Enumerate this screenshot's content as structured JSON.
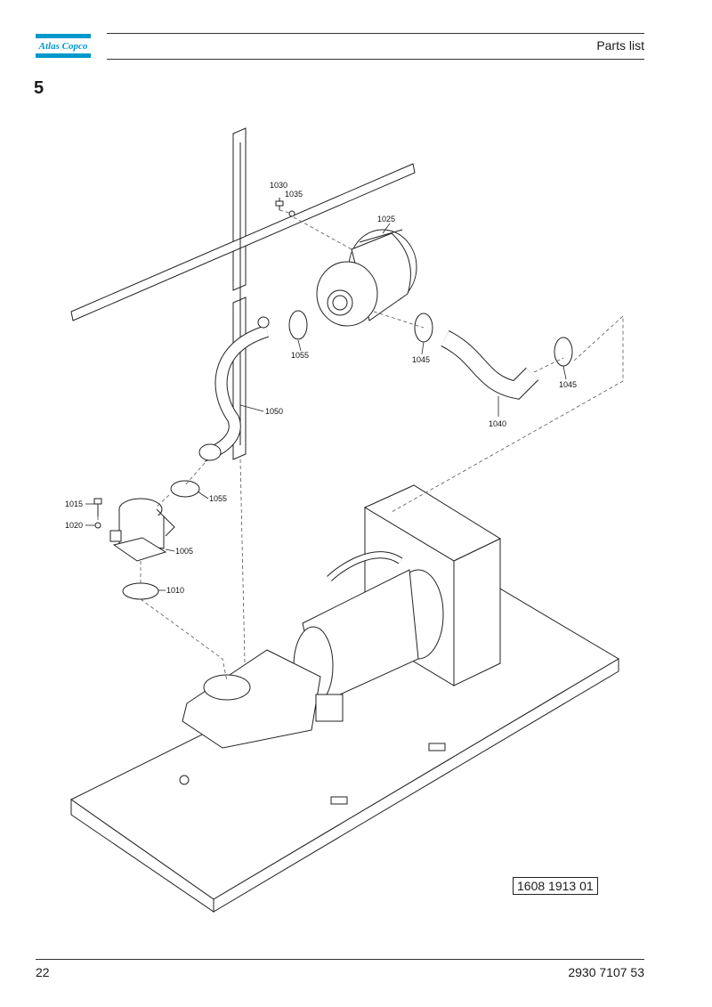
{
  "header": {
    "logo_text": "Atlas Copco",
    "title": "Parts list",
    "brand_color": "#0099cc"
  },
  "section": {
    "number": "5"
  },
  "labels": {
    "p1030": "1030",
    "p1035": "1035",
    "p1025": "1025",
    "p1055a": "1055",
    "p1045a": "1045",
    "p1045b": "1045",
    "p1050": "1050",
    "p1040": "1040",
    "p1055b": "1055",
    "p1015": "1015",
    "p1020": "1020",
    "p1005": "1005",
    "p1010": "1010"
  },
  "drawing_number": "1608 1913 01",
  "footer": {
    "page_number": "22",
    "document_number": "2930 7107 53"
  }
}
